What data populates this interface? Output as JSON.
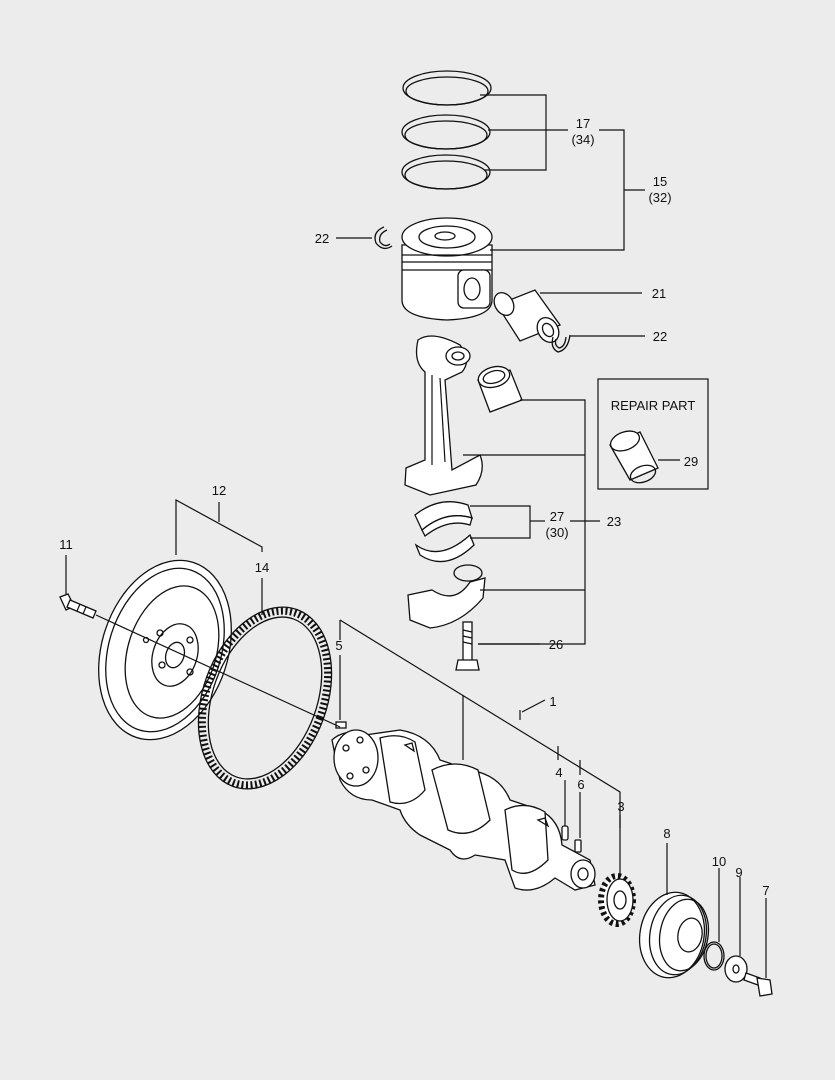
{
  "callouts": {
    "c1": "1",
    "c3": "3",
    "c4": "4",
    "c5": "5",
    "c6": "6",
    "c7": "7",
    "c8": "8",
    "c9": "9",
    "c10": "10",
    "c11": "11",
    "c12": "12",
    "c14": "14",
    "c15": "15",
    "c15b": "(32)",
    "c17": "17",
    "c17b": "(34)",
    "c21": "21",
    "c22a": "22",
    "c22b": "22",
    "c23": "23",
    "c26": "26",
    "c27": "27",
    "c27b": "(30)",
    "c29": "29"
  },
  "repair_box": {
    "title": "REPAIR PART"
  }
}
